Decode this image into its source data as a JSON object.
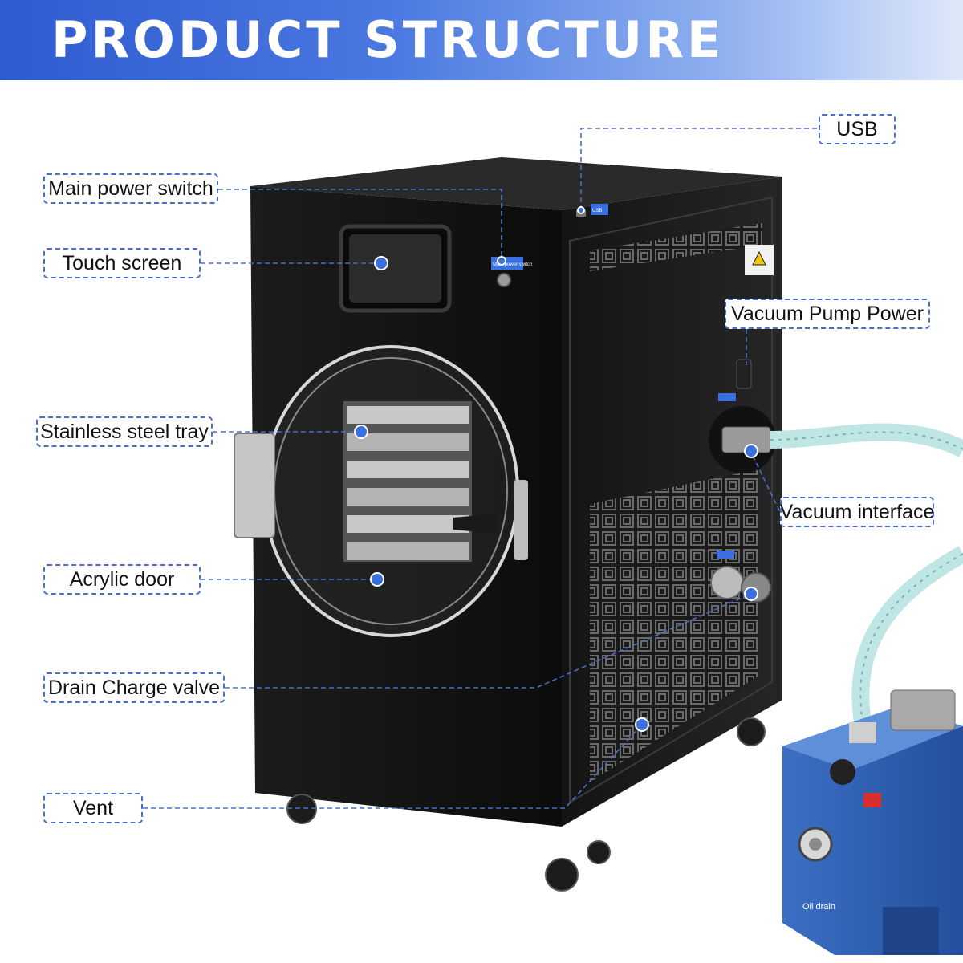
{
  "header": {
    "title": "PRODUCT STRUCTURE"
  },
  "callouts": {
    "usb": "USB",
    "main_power_switch": "Main power switch",
    "touch_screen": "Touch screen",
    "vacuum_pump_power": "Vacuum Pump Power",
    "stainless_steel_tray": "Stainless steel tray",
    "vacuum_interface": "Vacuum interface",
    "acrylic_door": "Acrylic door",
    "drain_charge_valve": "Drain Charge valve",
    "vent": "Vent"
  },
  "machine_labels": {
    "main_power_sticker": "Main power switch",
    "usb_sticker": "USB",
    "pump_label": "Oil drain"
  },
  "colors": {
    "accent": "#2f5bd0",
    "marker": "#3a6fe0",
    "leader": "#4a6fc9",
    "cabinet": "#121212"
  }
}
